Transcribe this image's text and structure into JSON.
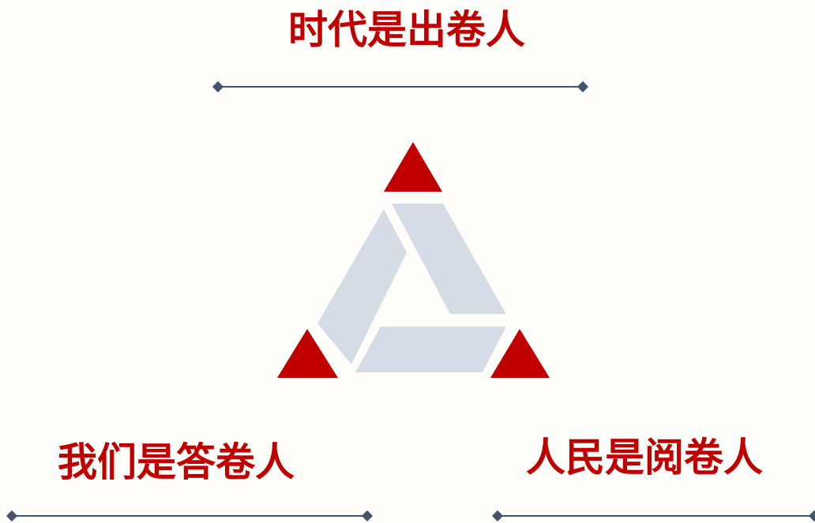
{
  "labels": {
    "top": "时代是出卷人",
    "bottom_left": "我们是答卷人",
    "bottom_right": "人民是阅卷人"
  },
  "colors": {
    "background": "#fffefa",
    "accent_red": "#c00000",
    "segment_gray": "#d6dce5",
    "connector": "#44546a"
  }
}
